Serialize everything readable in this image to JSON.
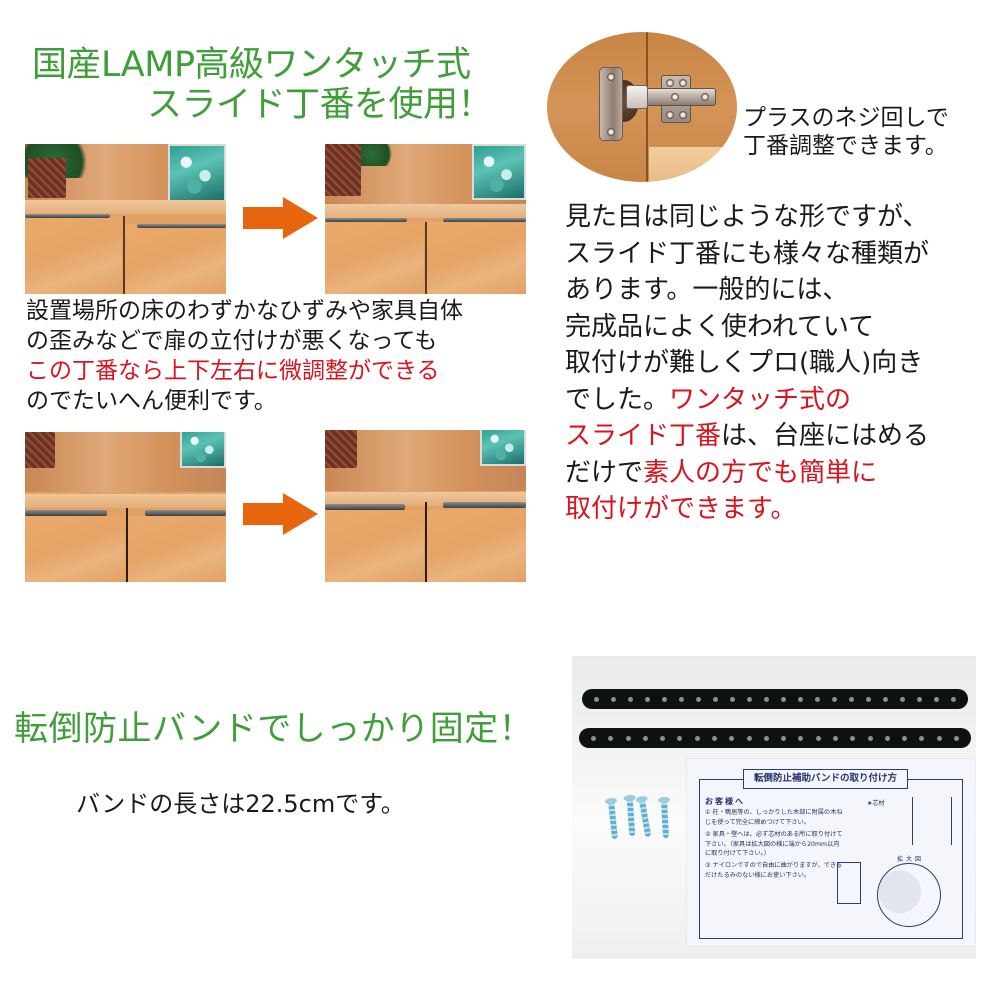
{
  "hinge_section": {
    "title_line1": "国産LAMP高級ワンタッチ式",
    "title_line2": "スライド丁番を使用！",
    "hinge_caption_line1": "プラスのネジ回しで",
    "hinge_caption_line2": "丁番調整できます。",
    "before_after_text": {
      "line1": "設置場所の床のわずかなひずみや家具自体",
      "line2": "の歪みなどで扉の立付けが悪くなっても",
      "line3_red": "この丁番なら上下左右に微調整ができる",
      "line4": "のでたいへん便利です。"
    },
    "description": {
      "line1": "見た目は同じような形ですが、",
      "line2": "スライド丁番にも様々な種類が",
      "line3": "あります。一般的には、",
      "line4": "完成品によく使われていて",
      "line5": "取付けが難しくプロ(職人)向き",
      "line6_black": "でした。",
      "line6_red": "ワンタッチ式の",
      "line7_red": "スライド丁番",
      "line7_black": "は、台座にはめる",
      "line8_black": "だけで",
      "line8_red": "素人の方でも簡単に",
      "line9_red": "取付けができます。"
    },
    "images": {
      "before_1": "cabinet-doors-misaligned-photo",
      "after_1": "cabinet-doors-aligned-photo",
      "before_2": "cabinet-doors-misaligned-closeup-photo",
      "after_2": "cabinet-doors-aligned-closeup-photo",
      "hinge": "slide-hinge-closeup-photo"
    },
    "arrow_icon": "arrow-right-icon"
  },
  "band_section": {
    "title": "転倒防止バンドでしっかり固定！",
    "length_text": "バンドの長さは22.5cmです。",
    "photo": {
      "sheet_title": "転倒防止補助バンドの取り付け方",
      "sheet_heading": "お客様へ",
      "sheet_items": [
        "① 柱・鴨居等の、しっかりした木部に附属の木ねじを使って完全に締めつけて下さい。",
        "② 家具・壁へは、必ず芯材のある所に取り付けて下さい。（家具は拡大図の様に端から20mm以内に取り付けて下さい。）",
        "③ ナイロンですので自由に曲がりますが、できるだけたるみのない様にお使い下さい。"
      ],
      "star_label": "★芯材",
      "zoom_label": "拡大図",
      "screw_count": 4,
      "band_count": 2
    }
  },
  "colors": {
    "title_green": "#3f9d3a",
    "accent_red": "#d8141e",
    "arrow_orange": "#e8650f",
    "text_black": "#1a1a1a"
  }
}
